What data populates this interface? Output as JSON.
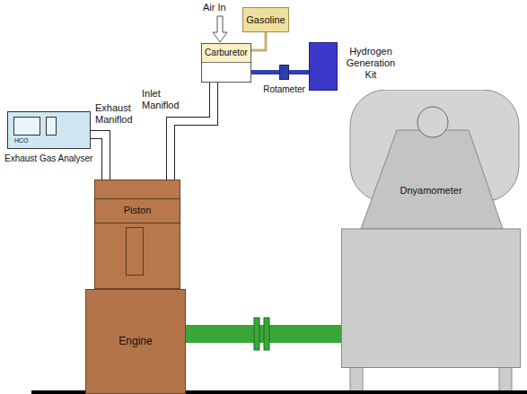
{
  "diagram": {
    "nodes": [
      {
        "text": [
          "Gasoline"
        ]
      },
      {
        "text": [
          "Carburetor"
        ]
      },
      {
        "text": [
          "Hydrogen Generation Kit"
        ]
      },
      {
        "text": [
          "Rotameter"
        ]
      },
      {
        "text": [
          "Exhaust Gas Analyser",
          "HCO"
        ]
      },
      {
        "text": [
          "Piston"
        ]
      },
      {
        "text": [
          "Engine"
        ]
      },
      {
        "text": [
          "Dnyamometer"
        ]
      }
    ],
    "edges": [
      {
        "from": 0,
        "to": 1,
        "arrow": "none"
      },
      {
        "from": 1,
        "to": 3,
        "arrow": "none"
      },
      {
        "from": 3,
        "to": 2,
        "arrow": "none"
      },
      {
        "from": 1,
        "to": 5,
        "arrow": "none"
      },
      {
        "from": 5,
        "to": 4,
        "arrow": "none"
      },
      {
        "from": 6,
        "to": 7,
        "arrow": "none"
      }
    ],
    "labels": [
      "Air In",
      "Inlet Maniflod",
      "Exhaust Maniflod"
    ]
  }
}
